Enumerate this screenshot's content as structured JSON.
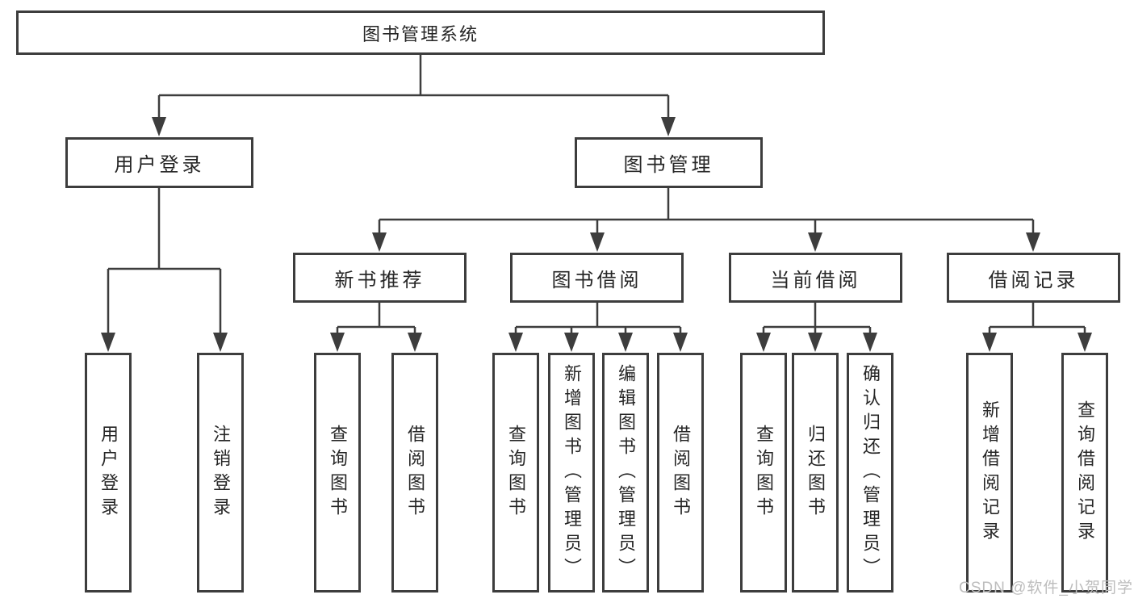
{
  "diagram": {
    "root": {
      "label": "图书管理系统"
    },
    "level2": {
      "user_login": {
        "label": "用户登录"
      },
      "book_mgmt": {
        "label": "图书管理"
      }
    },
    "level3": {
      "new_books": {
        "label": "新书推荐"
      },
      "book_borrow": {
        "label": "图书借阅"
      },
      "current_borrow": {
        "label": "当前借阅"
      },
      "borrow_records": {
        "label": "借阅记录"
      }
    },
    "leaves": {
      "user_login": [
        "用户登录",
        "注销登录"
      ],
      "new_books": [
        "查询图书",
        "借阅图书"
      ],
      "book_borrow": [
        "查询图书",
        "新增图书（管理员）",
        "编辑图书（管理员）",
        "借阅图书"
      ],
      "current_borrow": [
        "查询图书",
        "归还图书",
        "确认归还（管理员）"
      ],
      "borrow_records": [
        "新增借阅记录",
        "查询借阅记录"
      ]
    },
    "watermark": "CSDN @软件_小贺同学",
    "colors": {
      "line": "#3d3d3d",
      "text": "#262626",
      "watermark": "#bdbdbd",
      "background": "#ffffff"
    }
  }
}
